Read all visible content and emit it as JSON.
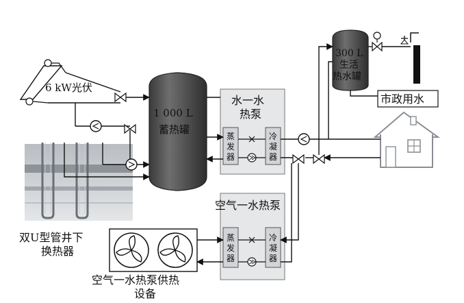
{
  "labels": {
    "pv": "6 kW光伏",
    "storage_tank_line1": "1 000 L",
    "storage_tank_line2": "蓄热罐",
    "ww_heat_pump_line1": "水一水",
    "ww_heat_pump_line2": "热泵",
    "evaporator_line1": "蒸",
    "evaporator_line2": "发",
    "evaporator_line3": "器",
    "condenser_line1": "冷",
    "condenser_line2": "凝",
    "condenser_line3": "器",
    "dhw_tank_line1": "300 L",
    "dhw_tank_line2": "生活",
    "dhw_tank_line3": "热水罐",
    "municipal_water": "市政用水",
    "borehole_line1": "双U型管井下",
    "borehole_line2": "换热器",
    "aw_heat_pump": "空气一水热泵",
    "aw_supply_line1": "空气一水热泵供热",
    "aw_supply_line2": "设备"
  }
}
